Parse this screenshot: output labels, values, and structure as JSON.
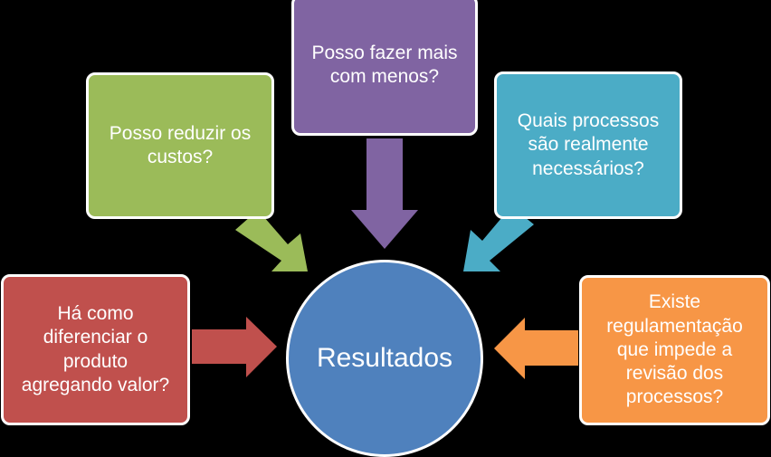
{
  "colors": {
    "purple": "#8064A2",
    "green": "#9BBB59",
    "teal": "#4BACC6",
    "red": "#C0504D",
    "orange": "#F79646",
    "center": "#4F81BD"
  },
  "center": {
    "label": "Resultados"
  },
  "boxes": {
    "purple": {
      "text": "Posso fazer mais\ncom menos?"
    },
    "green": {
      "text": "Posso reduzir  os\ncustos?"
    },
    "teal": {
      "text": "Quais processos\nsão realmente\nnecessários?"
    },
    "red": {
      "text": "Há como\ndiferenciar o\nproduto\nagregando valor?"
    },
    "orange": {
      "text": "Existe\nregulamentação\nque impede a\nrevisão dos\nprocessos?"
    }
  }
}
